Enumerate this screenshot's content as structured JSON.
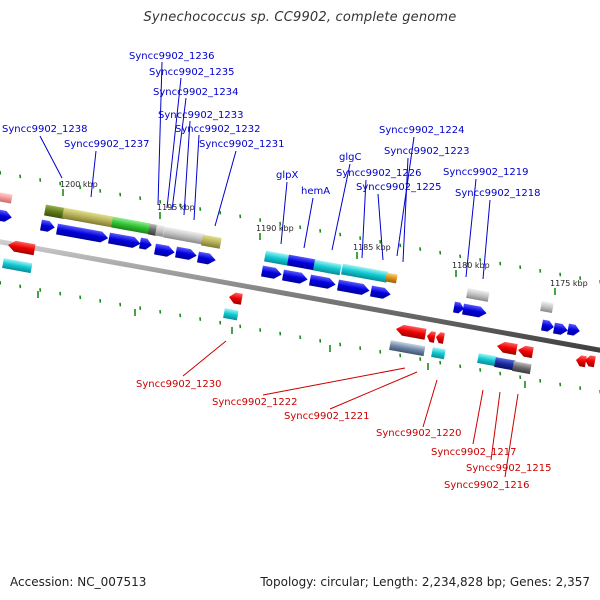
{
  "title": "Synechococcus sp. CC9902, complete genome",
  "accession": "Accession: NC_007513",
  "genome_info": "Topology: circular; Length: 2,234,828 bp; Genes: 2,357",
  "colors": {
    "label_top": "#0000cc",
    "label_bottom": "#cc0000",
    "backbone": "#7f7f7f",
    "tick": "#1a8a1a"
  },
  "kbp_labels": [
    "1200 kbp",
    "1195 kbp",
    "1190 kbp",
    "1185 kbp",
    "1180 kbp",
    "1175 kbp"
  ],
  "top_labels": [
    "Syncc9902_1236",
    "Syncc9902_1235",
    "Syncc9902_1234",
    "Syncc9902_1233",
    "Syncc9902_1232",
    "Syncc9902_1238",
    "Syncc9902_1237",
    "Syncc9902_1231",
    "Syncc9902_1224",
    "Syncc9902_1223",
    "glgC",
    "Syncc9902_1226",
    "Syncc9902_1225",
    "glpX",
    "hemA",
    "Syncc9902_1219",
    "Syncc9902_1218"
  ],
  "bottom_labels": [
    "Syncc9902_1230",
    "Syncc9902_1222",
    "Syncc9902_1221",
    "Syncc9902_1220",
    "Syncc9902_1217",
    "Syncc9902_1215",
    "Syncc9902_1216"
  ]
}
